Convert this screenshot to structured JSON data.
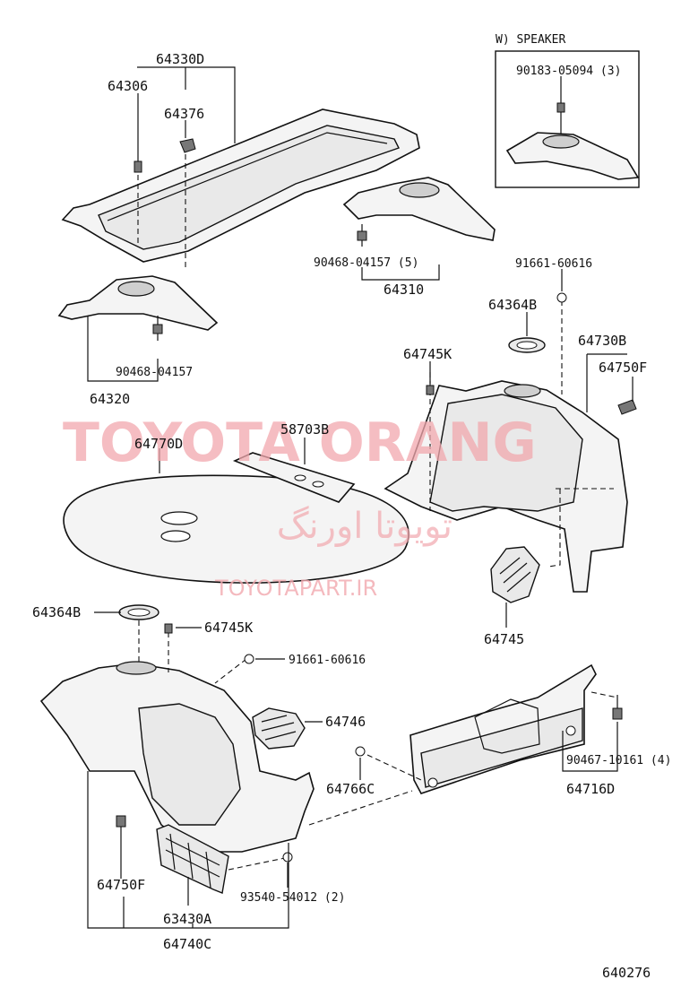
{
  "labels": {
    "p64330D": "64330D",
    "p64306": "64306",
    "p64376": "64376",
    "speaker_title": "W) SPEAKER",
    "p90183": "90183-05094 (3)",
    "p90468a": "90468-04157 (5)",
    "p64310": "64310",
    "p90468b": "90468-04157",
    "p64320": "64320",
    "p91661a": "91661-60616",
    "p64364Ba": "64364B",
    "p64745Ka": "64745K",
    "p64730B": "64730B",
    "p64750Fa": "64750F",
    "p58703B": "58703B",
    "p64770D": "64770D",
    "p64745": "64745",
    "p64364Bb": "64364B",
    "p64745Kb": "64745K",
    "p91661b": "91661-60616",
    "p64746": "64746",
    "p64766C": "64766C",
    "p90467": "90467-10161 (4)",
    "p64716D": "64716D",
    "p64750Fb": "64750F",
    "p93540": "93540-54012 (2)",
    "p63430A": "63430A",
    "p64740C": "64740C",
    "fig_no": "640276"
  },
  "watermark": {
    "main": "TOYOTA ORANG",
    "persian": "تویوتا اورنگ",
    "url": "TOYOTAPART.IR",
    "color": "#f2a8ae"
  }
}
